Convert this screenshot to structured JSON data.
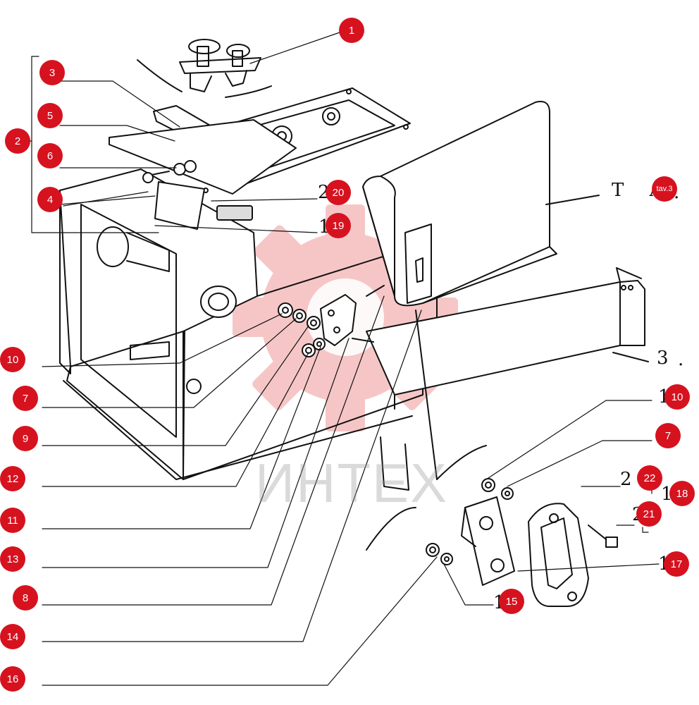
{
  "watermark": {
    "text": "ИНТЕХ",
    "color": "#f2a8a8"
  },
  "accent_color": "#d6121f",
  "callouts": [
    {
      "id": "c1",
      "label": "1"
    },
    {
      "id": "c3",
      "label": "3"
    },
    {
      "id": "c5",
      "label": "5"
    },
    {
      "id": "c2",
      "label": "2"
    },
    {
      "id": "c6",
      "label": "6"
    },
    {
      "id": "c4",
      "label": "4"
    },
    {
      "id": "c20",
      "label": "20"
    },
    {
      "id": "c19",
      "label": "19"
    },
    {
      "id": "ctav",
      "label": "tav.3"
    },
    {
      "id": "c10a",
      "label": "10"
    },
    {
      "id": "c7a",
      "label": "7"
    },
    {
      "id": "c9",
      "label": "9"
    },
    {
      "id": "c12",
      "label": "12"
    },
    {
      "id": "c11",
      "label": "11"
    },
    {
      "id": "c13",
      "label": "13"
    },
    {
      "id": "c8",
      "label": "8"
    },
    {
      "id": "c14",
      "label": "14"
    },
    {
      "id": "c16",
      "label": "16"
    },
    {
      "id": "c10b",
      "label": "10"
    },
    {
      "id": "c7b",
      "label": "7"
    },
    {
      "id": "c22",
      "label": "22"
    },
    {
      "id": "c18",
      "label": "18"
    },
    {
      "id": "c21",
      "label": "21"
    },
    {
      "id": "c17",
      "label": "17"
    },
    {
      "id": "c15",
      "label": "15"
    }
  ],
  "drawing_text": {
    "ta": "T A",
    "ta_dot": ".",
    "frag_2_top": "2",
    "frag_1_mid": "1",
    "frag_3": "3",
    "frag_3_dot": ".",
    "frag_1_a": "1",
    "frag_2_a": "2",
    "frag_1_b": "1",
    "frag_2_b": "2",
    "frag_1_c": "1",
    "frag_1_d": "1"
  }
}
